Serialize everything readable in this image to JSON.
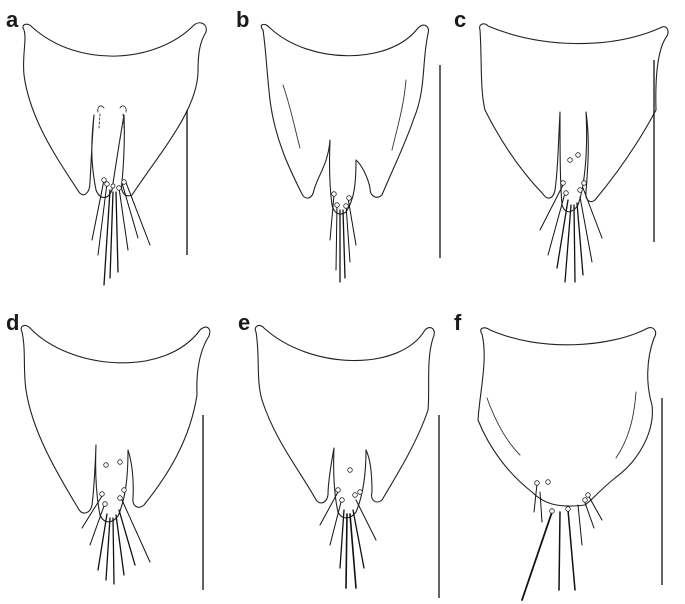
{
  "figure": {
    "panels": [
      {
        "id": "a",
        "label": "a"
      },
      {
        "id": "b",
        "label": "b"
      },
      {
        "id": "c",
        "label": "c"
      },
      {
        "id": "d",
        "label": "d"
      },
      {
        "id": "e",
        "label": "e"
      },
      {
        "id": "f",
        "label": "f"
      }
    ]
  },
  "colors": {
    "line": "#222222",
    "background": "#ffffff"
  }
}
